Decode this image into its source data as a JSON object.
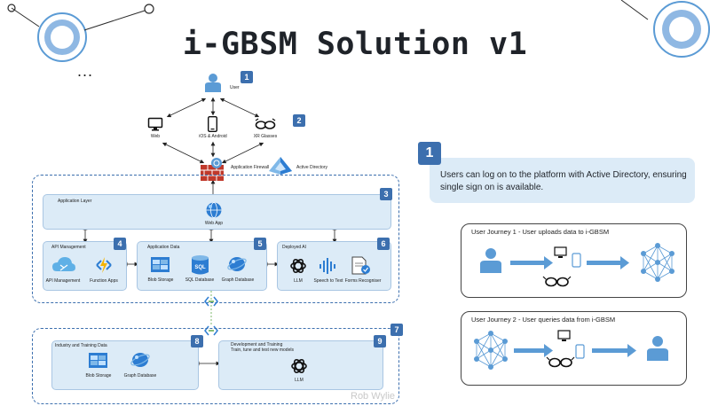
{
  "title": "i-GBSM Solution v1",
  "watermark": "Rob Wylie",
  "top_nodes": {
    "user": "User",
    "web": "Web",
    "ios": "iOS & Android",
    "xr": "XR Glasses",
    "firewall": "Application Firewall",
    "ad": "Active Directory"
  },
  "application_layer": {
    "label": "Application Layer",
    "web_app": "Web App"
  },
  "api_management": {
    "label": "API Management",
    "items": [
      "API Management",
      "Function Apps"
    ]
  },
  "application_data": {
    "label": "Application Data",
    "items": [
      "Blob Storage",
      "SQL Database",
      "Graph Database"
    ]
  },
  "deployed_ai": {
    "label": "Deployed AI",
    "items": [
      "LLM",
      "Speech to Text",
      "Forms Recogniser"
    ]
  },
  "industry_data": {
    "label": "Industry and Training Data",
    "items": [
      "Blob Storage",
      "Graph Database"
    ]
  },
  "dev_training": {
    "label": "Development and Training",
    "sub": "Train, tune and test new models",
    "item": "LLM"
  },
  "badges": [
    "1",
    "2",
    "3",
    "4",
    "5",
    "6",
    "7",
    "8",
    "9"
  ],
  "info": {
    "badge": "1",
    "text": "Users can log on to the platform with Active Directory, ensuring single sign on is available."
  },
  "journey1": {
    "title": "User Journey 1 - User uploads data to i-GBSM"
  },
  "journey2": {
    "title": "User Journey 2 - User queries data from i-GBSM"
  },
  "colors": {
    "accent": "#3c6fae",
    "panel": "#dcebf7",
    "icon_blue": "#5b9bd5",
    "azure": "#2d7dd2"
  },
  "dots": "..."
}
